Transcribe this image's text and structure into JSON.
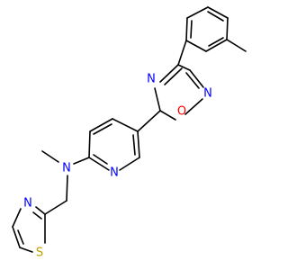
{
  "molecule": {
    "atoms": [
      {
        "id": "n-methylamine",
        "symbol": "N",
        "color": "#0000ff"
      },
      {
        "id": "n-pyridine",
        "symbol": "N",
        "color": "#0000ff"
      },
      {
        "id": "o-oxadiazole",
        "symbol": "O",
        "color": "#ff0000"
      },
      {
        "id": "n-oxadiazole-2",
        "symbol": "N",
        "color": "#0000ff"
      },
      {
        "id": "n-oxadiazole-4",
        "symbol": "N",
        "color": "#0000ff"
      },
      {
        "id": "n-thiazole",
        "symbol": "N",
        "color": "#0000ff"
      },
      {
        "id": "s-thiazole",
        "symbol": "S",
        "color": "#b8a000"
      }
    ],
    "bond_color": "#000000"
  }
}
